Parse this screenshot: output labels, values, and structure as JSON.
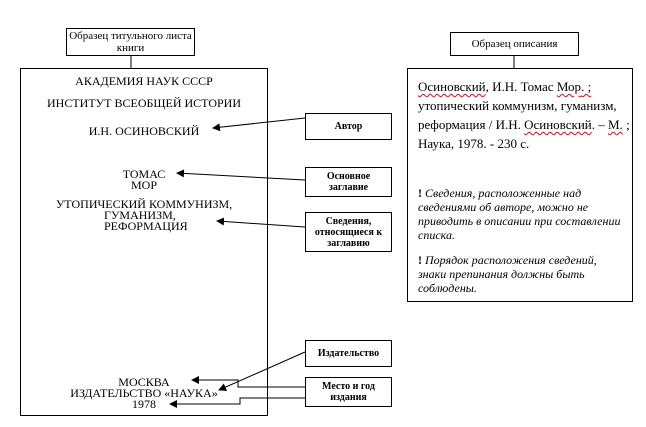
{
  "captions": {
    "title_sample": "Образец титульного листа книги",
    "description_sample": "Образец описания"
  },
  "title_page": {
    "line1": "АКАДЕМИЯ НАУК СССР",
    "line2": "ИНСТИТУТ ВСЕОБЩЕЙ ИСТОРИИ",
    "author": "И.Н. ОСИНОВСКИЙ",
    "title_l1": "ТОМАС",
    "title_l2": "МОР",
    "sub_l1": "УТОПИЧЕСКИЙ КОММУНИЗМ,",
    "sub_l2": "ГУМАНИЗМ,",
    "sub_l3": "РЕФОРМАЦИЯ",
    "city": "МОСКВА",
    "publisher": "ИЗДАТЕЛЬСТВО «НАУКА»",
    "year": "1978"
  },
  "labels": {
    "author": "Автор",
    "main_title": "Основное заглавие",
    "title_info": "Сведения, относящиеся к заглавию",
    "publisher": "Издательство",
    "place_year": "Место и год издания"
  },
  "description": {
    "p1": "Осиновский",
    "p2": ", И.Н. Томас ",
    "p3": "Мор",
    "p4": ". ;",
    "p5": " утопический коммунизм, гуманизм, реформация / И.Н. ",
    "p6": "Осиновский",
    "p7": ". – ",
    "p8": "М.",
    "p9": " ; Наука, 1978. - 230 с.",
    "note1_mark": "!",
    "note1": " Сведения, расположенные над сведениями об авторе, можно не приводить в описании при составлении списка.",
    "note2_mark": "!",
    "note2": " Порядок расположения сведений, знаки препинания должны быть соблюдены."
  }
}
